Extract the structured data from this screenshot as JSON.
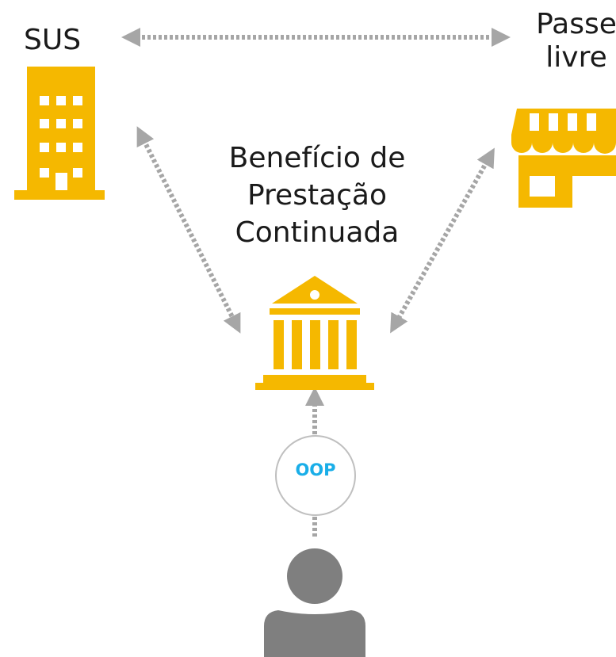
{
  "nodes": {
    "sus": {
      "label": "SUS",
      "icon": "office-building-icon"
    },
    "passe_livre": {
      "label": "Passe\nlivre",
      "icon": "storefront-icon"
    },
    "bpc": {
      "label": "Benefício de\nPrestação\nContinuada",
      "icon": "bank-building-icon"
    },
    "oop": {
      "label": "OOP"
    },
    "person": {
      "icon": "person-icon"
    }
  },
  "colors": {
    "icon_fill": "#F5B800",
    "arrow": "#A6A6A6",
    "oop_text": "#1AAEE8",
    "oop_circle": "#BFBFBF",
    "person": "#7F7F7F",
    "text": "#1A1A1A"
  }
}
